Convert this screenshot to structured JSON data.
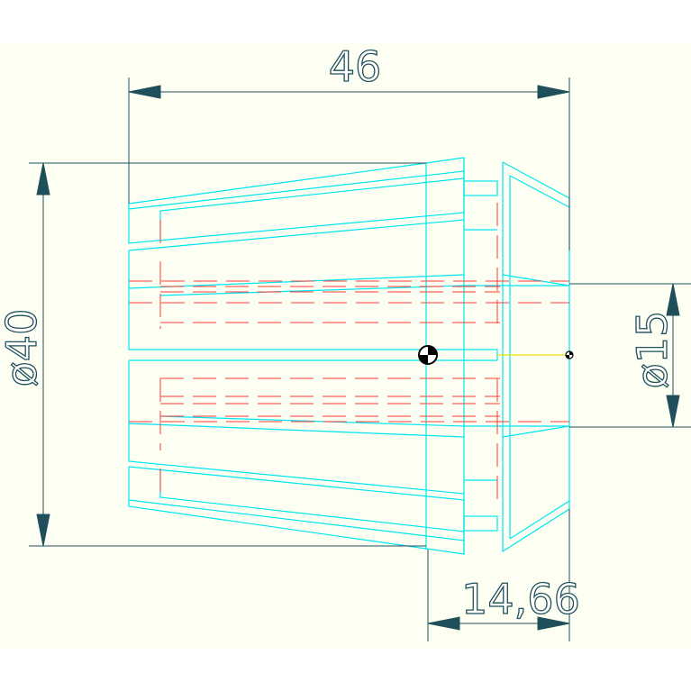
{
  "colors": {
    "paper": "#fdfff2",
    "outline": "#00e5f2",
    "hidden": "#ff3a3a",
    "dimension": "#1f4f5a",
    "axis": "#e8e000"
  },
  "dimensions": {
    "overall_length": "46",
    "outer_diameter": "ø40",
    "bore_diameter": "ø15",
    "nose_length": "14,66"
  }
}
